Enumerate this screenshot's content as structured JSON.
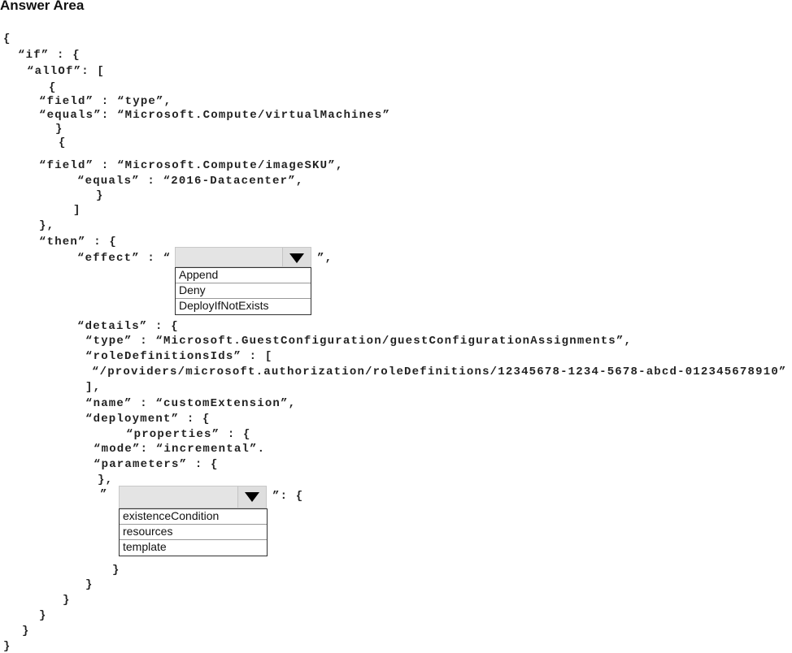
{
  "title": "Answer Area",
  "code": {
    "l1": "{",
    "l2": "“if” : {",
    "l3": "“allOf”: [",
    "l4": "{",
    "l5": "“field” : “type”,",
    "l6": "“equals”: “Microsoft.Compute/virtualMachines”",
    "l7": "}",
    "l8": "{",
    "l9": "“field” : “Microsoft.Compute/imageSKU”,",
    "l10": "“equals” : “2016-Datacenter”,",
    "l11": "}",
    "l12": "]",
    "l13": "},",
    "l14": "“then” : {",
    "l15": "“effect” : “",
    "l15b": "”,",
    "l16": "“details” : {",
    "l17": "“type” : “Microsoft.GuestConfiguration/guestConfigurationAssignments”,",
    "l18": "“roleDefinitionsIds” : [",
    "l19": "“/providers/microsoft.authorization/roleDefinitions/12345678-1234-5678-abcd-012345678910”",
    "l20": "],",
    "l21": "“name” : “customExtension”,",
    "l22": "“deployment” : {",
    "l23": "“properties” : {",
    "l24": "“mode”: “incremental”.",
    "l25": "“parameters” : {",
    "l26": "},",
    "l27": "”",
    "l27b": "”: {",
    "l28": "}",
    "l29": "}",
    "l30": "}",
    "l31": "}",
    "l32": "}",
    "l33": "}"
  },
  "effect_dropdown": {
    "options": [
      "Append",
      "Deny",
      "DeployIfNotExists"
    ]
  },
  "key_dropdown": {
    "options": [
      "existenceCondition",
      "resources",
      "template"
    ]
  }
}
